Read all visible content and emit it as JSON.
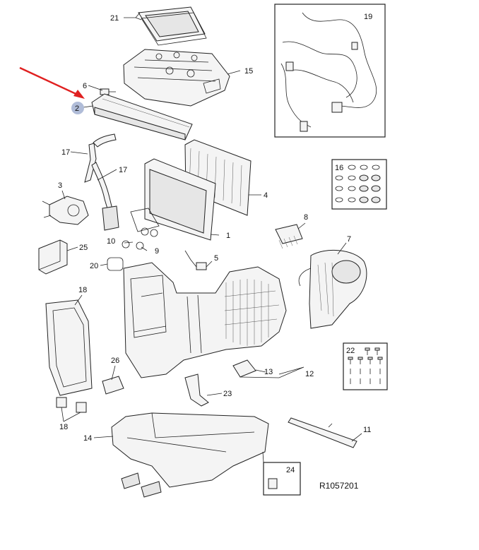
{
  "labels": {
    "l21": "21",
    "l19": "19",
    "l15": "15",
    "l6": "6",
    "l2": "2",
    "l17a": "17",
    "l17b": "17",
    "l16": "16",
    "l4": "4",
    "l3": "3",
    "l1": "1",
    "l8": "8",
    "l10": "10",
    "l9": "9",
    "l25": "25",
    "l5": "5",
    "l7": "7",
    "l20": "20",
    "l18a": "18",
    "l22": "22",
    "l26": "26",
    "l13": "13",
    "l12": "12",
    "l23": "23",
    "l18b": "18",
    "l11": "11",
    "l14": "14",
    "l24": "24"
  },
  "reference": "R1057201",
  "colors": {
    "arrow": "#e02020",
    "highlight": "#b0bcd8",
    "ink": "#222222"
  }
}
